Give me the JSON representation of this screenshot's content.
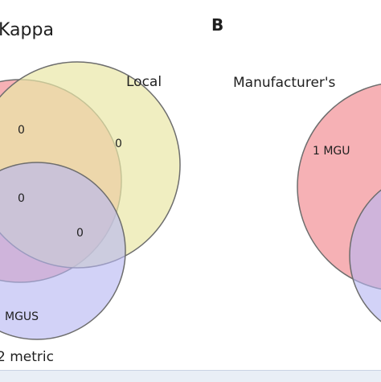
{
  "panel_a": {
    "title": "Kappa",
    "sets": {
      "local": "Local",
      "metric": "2 metric"
    },
    "counts": {
      "top_left": "0",
      "right": "0",
      "center": "0",
      "lower_right": "0",
      "bottom": "MGUS"
    }
  },
  "panel_b": {
    "letter": "B",
    "sets": {
      "manufacturers": "Manufacturer's"
    },
    "counts": {
      "left": "1 MGU"
    }
  },
  "colors": {
    "red_set": "#f4a3a8",
    "yellow_set": "#e9e7a6",
    "blue_set": "#b6b6f2",
    "outline": "#6d6d6d",
    "footer": "#e9eef6"
  }
}
